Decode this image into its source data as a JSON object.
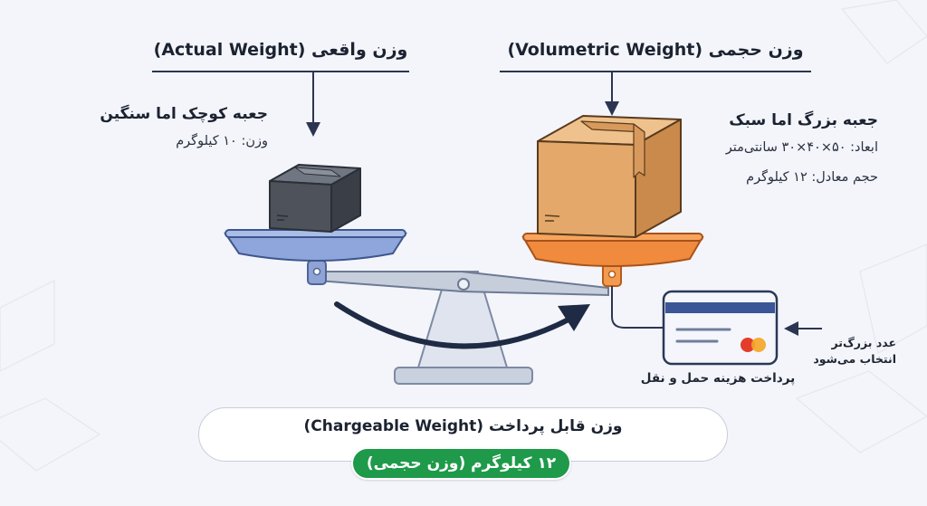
{
  "left": {
    "title": "وزن واقعی (Actual Weight)",
    "desc_title": "جعبه کوچک اما سنگین",
    "weight_line": "وزن: ۱۰ کیلوگرم"
  },
  "right": {
    "title": "وزن حجمی (Volumetric Weight)",
    "desc_title": "جعبه بزرگ اما سبک",
    "dimensions_line": "ابعاد: ۵۰×۴۰×۳۰ سانتی‌متر",
    "equivalent_line": "حجم معادل: ۱۲ کیلوگرم"
  },
  "card": {
    "note_line1": "عدد بزرگ‌تر",
    "note_line2": "انتخاب می‌شود",
    "caption": "پرداخت هزینه حمل و نقل"
  },
  "summary": {
    "title": "وزن قابل پرداخت (Chargeable Weight)",
    "result": "۱۲ کیلوگرم (وزن حجمی)"
  },
  "colors": {
    "left_pan": "#6f88c4",
    "right_pan": "#f08a3c",
    "result_green": "#1e9a4a",
    "arrow": "#1f2a44"
  }
}
